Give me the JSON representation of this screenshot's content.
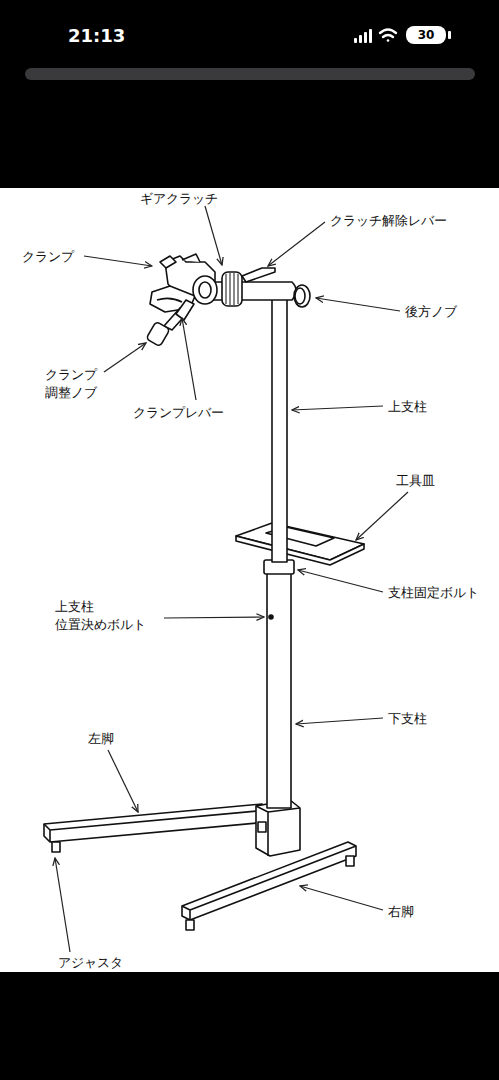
{
  "diagram": {
    "labels": [
      "21:13",
      "30",
      "ギアクラッチ",
      "クラッチ解除レバー",
      "クランプ",
      "後方ノブ",
      "クランプ 調整ノブ",
      "クランプレバー",
      "上支柱",
      "工具皿",
      "支柱固定ボルト",
      "上支柱 位置決めボルト",
      "下支柱",
      "左脚",
      "右脚",
      "アジャスタ"
    ]
  }
}
